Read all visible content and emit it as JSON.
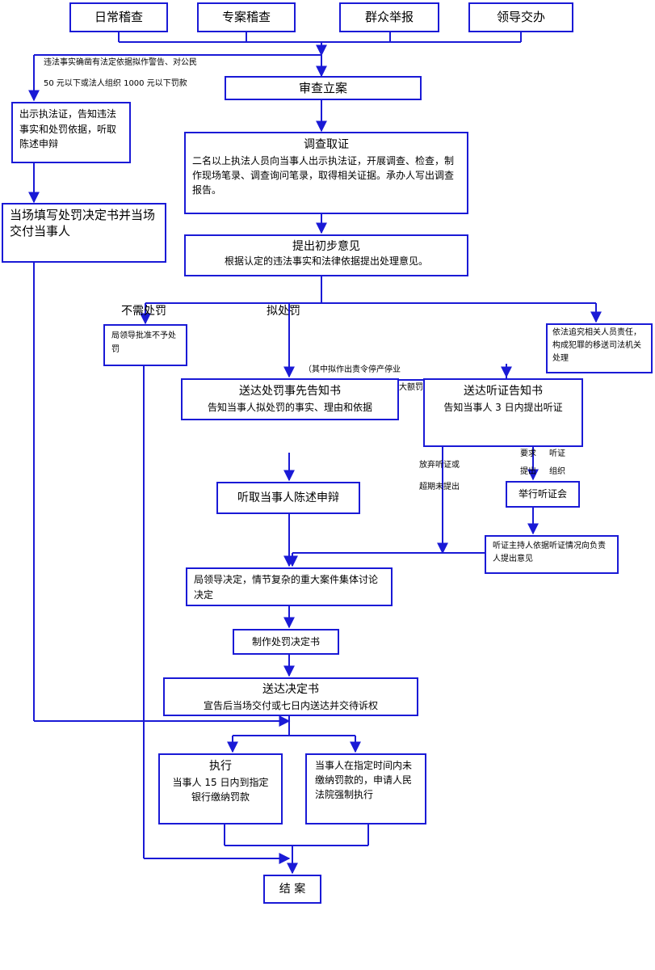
{
  "sources": [
    "日常稽查",
    "专案稽查",
    "群众举报",
    "领导交办"
  ],
  "simple_note": [
    "违法事实确凿有法定依据拟作警告、对公民",
    "50 元以下或法人组织 1000 元以下罚款"
  ],
  "simple_steps": {
    "show_cert": "出示执法证，告知违法事实和处罚依据，听取陈述申辩",
    "onsite": "当场填写处罚决定书并当场交付当事人"
  },
  "main_steps": {
    "register": "审查立案",
    "investigate_title": "调查取证",
    "investigate_body": "二名以上执法人员向当事人出示执法证，开展调查、检查，制作现场笔录、调查询问笔录，取得相关证据。承办人写出调查报告。",
    "opinion_title": "提出初步意见",
    "opinion_body": "根据认定的违法事实和法律依据提出处理意见。"
  },
  "branches": {
    "no_penalty_label": "不需处罚",
    "no_penalty_box": "局领导批准不予处罚",
    "penalty_label": "拟处罚",
    "criminal_box": "依法追究相关人员责任，构成犯罪的移送司法机关处理",
    "hearing_note_1": "（其中拟作出责令停产停业",
    "hearing_note_2": "吊销证件许可证、较大额罚款）"
  },
  "penalty_path": {
    "notice_title": "送达处罚事先告知书",
    "notice_body": "告知当事人拟处罚的事实、理由和依据",
    "hearing_notice_title": "送达听证告知书",
    "hearing_notice_body": "告知当事人 3 日内提出听证",
    "listen": "听取当事人陈述申辩",
    "waive_1": "放弃听证或",
    "waive_2": "超期未提出",
    "request_1": "要求",
    "request_2": "听证",
    "request_3": "提出",
    "request_4": "组织",
    "hold_hearing": "举行听证会",
    "hearing_opinion": "听证主持人依据听证情况向负责人提出意见",
    "leader_decision": "局领导决定，情节复杂的重大案件集体讨论决定",
    "make_decision": "制作处罚决定书"
  },
  "final_steps": {
    "deliver_title": "送达决定书",
    "deliver_body": "宣告后当场交付或七日内送达并交待诉权",
    "execute_title": "执行",
    "execute_body": "当事人 15 日内到指定银行缴纳罚款",
    "court": "当事人在指定时间内未缴纳罚款的，申请人民法院强制执行",
    "close": "结 案"
  },
  "colors": {
    "line": "#1a1ad6",
    "arrow": "#1a1ad6"
  }
}
